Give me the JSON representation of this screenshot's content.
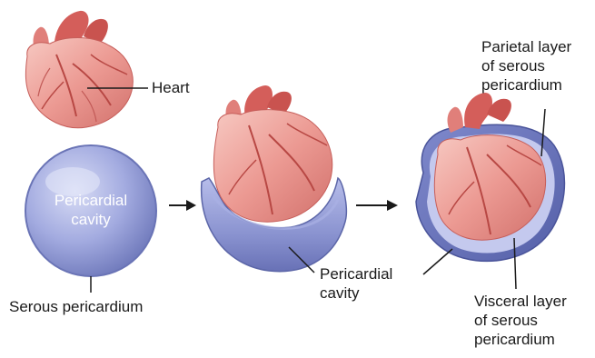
{
  "labels": {
    "heart": "Heart",
    "pericardial_cavity_inner_line1": "Pericardial",
    "pericardial_cavity_inner_line2": "cavity",
    "serous_pericardium": "Serous pericardium",
    "pericardial_cavity_line1": "Pericardial",
    "pericardial_cavity_line2": "cavity",
    "parietal_line1": "Parietal layer",
    "parietal_line2": "of serous",
    "parietal_line3": "pericardium",
    "visceral_line1": "Visceral layer",
    "visceral_line2": "of serous",
    "visceral_line3": "pericardium"
  },
  "colors": {
    "heart_fill": "#e98f8a",
    "heart_dark": "#c25a57",
    "heart_light": "#f6c4bd",
    "sac_fill": "#8d97d2",
    "sac_light": "#c6cbee",
    "sac_dark": "#5c66a8",
    "line": "#1a1a1a"
  }
}
